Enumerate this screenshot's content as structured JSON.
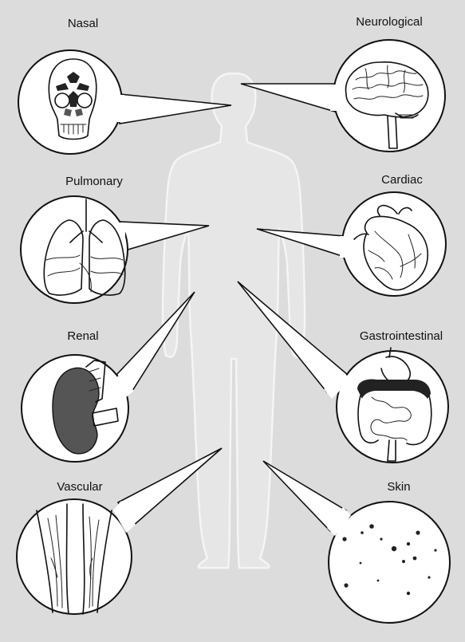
{
  "background_color": "#dcdcdc",
  "systems": {
    "nasal": "Nasal",
    "neurological": "Neurological",
    "pulmonary": "Pulmonary",
    "cardiac": "Cardiac",
    "renal": "Renal",
    "gastrointestinal": "Gastrointestinal",
    "vascular": "Vascular",
    "skin": "Skin"
  },
  "icons": {
    "nasal": "skull-sinus-icon",
    "neurological": "brain-icon",
    "pulmonary": "lungs-icon",
    "cardiac": "heart-icon",
    "renal": "kidney-icon",
    "gastrointestinal": "intestines-icon",
    "vascular": "leg-veins-icon",
    "skin": "skin-spots-icon"
  }
}
